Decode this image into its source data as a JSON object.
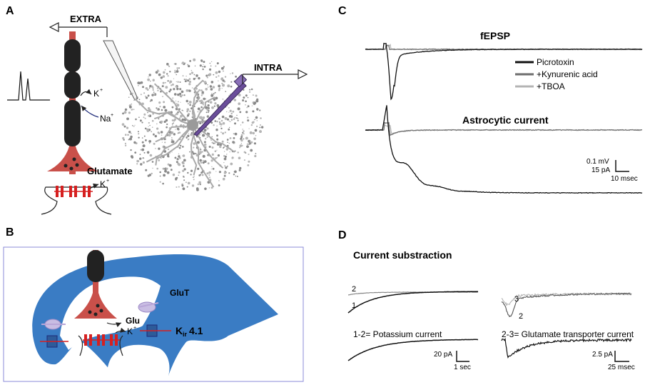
{
  "panels": {
    "a": {
      "letter": "A",
      "extra_label": "EXTRA",
      "intra_label": "INTRA",
      "k_label": "K",
      "k_sup": "+",
      "na_label": "Na",
      "na_sup": "+",
      "glutamate_label": "Glutamate",
      "k2_label": "K",
      "k2_sup": "+"
    },
    "b": {
      "letter": "B",
      "glut_label": "GluT",
      "glu_label": "Glu",
      "k_label": "K",
      "k_sup": "+",
      "kir_prefix": "K",
      "kir_sub": "ir",
      "kir_suffix": "4.1"
    },
    "c": {
      "letter": "C",
      "fepsp_label": "fEPSP",
      "astro_label": "Astrocytic current",
      "legend": [
        {
          "name": "Picrotoxin",
          "color": "#111111"
        },
        {
          "name": "+Kynurenic acid",
          "color": "#6e6e6e"
        },
        {
          "name": "+TBOA",
          "color": "#b4b4b4"
        }
      ],
      "scale_v": "0.1 mV",
      "scale_i": "15 pA",
      "scale_t": "10 msec"
    },
    "d": {
      "letter": "D",
      "title": "Current substraction",
      "trace_1": "1",
      "trace_2": "2",
      "trace_3": "3",
      "trace_2b": "2",
      "potassium_label": "1-2= Potassium current",
      "glutamate_label": "2-3= Glutamate transporter current",
      "scale_left_i": "20 pA",
      "scale_left_t": "1 sec",
      "scale_right_i": "2.5 pA",
      "scale_right_t": "25 msec"
    }
  },
  "colors": {
    "neuron": "#c9504a",
    "axon_dark": "#222222",
    "astro_blue": "#3a7cc4",
    "purple": "#6b4e9b",
    "red": "#d62020",
    "navy": "#1d2a78"
  }
}
